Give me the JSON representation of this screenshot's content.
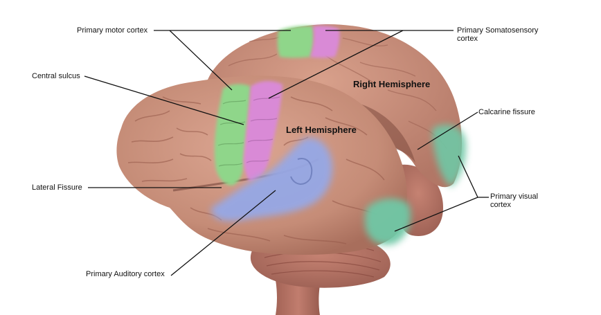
{
  "labels": {
    "primary_motor_cortex": "Primary motor cortex",
    "primary_somatosensory_line1": "Primary Somatosensory",
    "primary_somatosensory_line2": "cortex",
    "central_sulcus": "Central sulcus",
    "lateral_fissure": "Lateral Fissure",
    "primary_auditory_cortex": "Primary Auditory cortex",
    "calcarine_fissure": "Calcarine fissure",
    "primary_visual_line1": "Primary visual",
    "primary_visual_line2": "cortex",
    "right_hemisphere": "Right Hemisphere",
    "left_hemisphere": "Left Hemisphere"
  },
  "colors": {
    "cortex_tissue": "#c9907a",
    "motor_region": "#8fd68a",
    "somatosensory_region": "#d98ad6",
    "auditory_region": "#96a8e6",
    "visual_region": "#6fc8a6",
    "cerebellum": "#b8786a",
    "leader_line": "#111111"
  }
}
